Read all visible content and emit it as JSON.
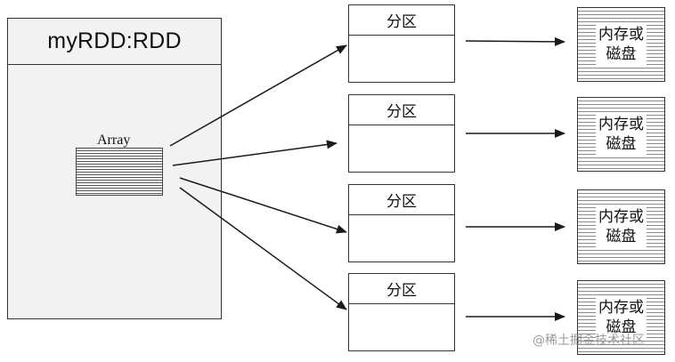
{
  "rdd": {
    "title": "myRDD:RDD",
    "array_label": "Array"
  },
  "partitions": [
    {
      "label": "分区",
      "storage": "内存或\n磁盘"
    },
    {
      "label": "分区",
      "storage": "内存或\n磁盘"
    },
    {
      "label": "分区",
      "storage": "内存或\n磁盘"
    },
    {
      "label": "分区",
      "storage": "内存或\n磁盘"
    }
  ],
  "storage_lines": [
    "内存或",
    "磁盘"
  ],
  "watermark": "@稀土掘金技术社区",
  "colors": {
    "rdd_background": "#f2f2f2",
    "border": "#333333",
    "arrow": "#1a1a1a",
    "watermark": "#9a9a9a"
  }
}
